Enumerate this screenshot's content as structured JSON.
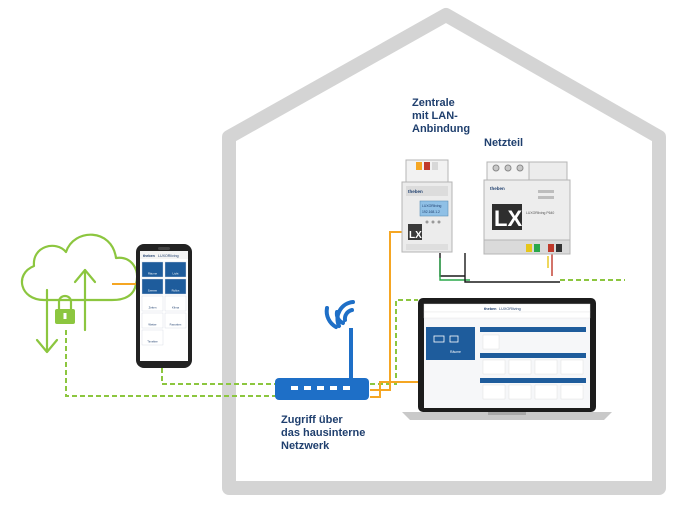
{
  "labels": {
    "zentrale": [
      "Zentrale",
      "mit LAN-",
      "Anbindung"
    ],
    "netzteil": "Netzteil",
    "zugriff": [
      "Zugriff über",
      "das hausinterne",
      "Netzwerk"
    ]
  },
  "devices": {
    "central_brand": "theben",
    "central_mark": "LX",
    "central_display": [
      "LUXORliving",
      "192.168.1.2"
    ],
    "psu_brand": "theben",
    "psu_mark": "LX",
    "psu_sub": "LUXORliving P640",
    "phone_brand": "theben",
    "phone_app": "LUXORliving",
    "phone_tiles": [
      "Räume",
      "Licht",
      "Szenen",
      "Rollos",
      "Zeiten",
      "Klima",
      "Wetter",
      "Favoriten",
      "Timeline"
    ],
    "laptop_brand": "theben",
    "laptop_app": "LUXORliving",
    "laptop_room": "Räume"
  },
  "colors": {
    "house": "#d4d4d4",
    "cable_orange": "#f5a623",
    "cable_green": "#8cc63f",
    "router": "#1e6fc7",
    "brand_blue": "#1f3f6e"
  },
  "icons": [
    "cloud-icon",
    "lock-icon",
    "arrow-up-icon",
    "arrow-down-icon",
    "wifi-icon"
  ]
}
